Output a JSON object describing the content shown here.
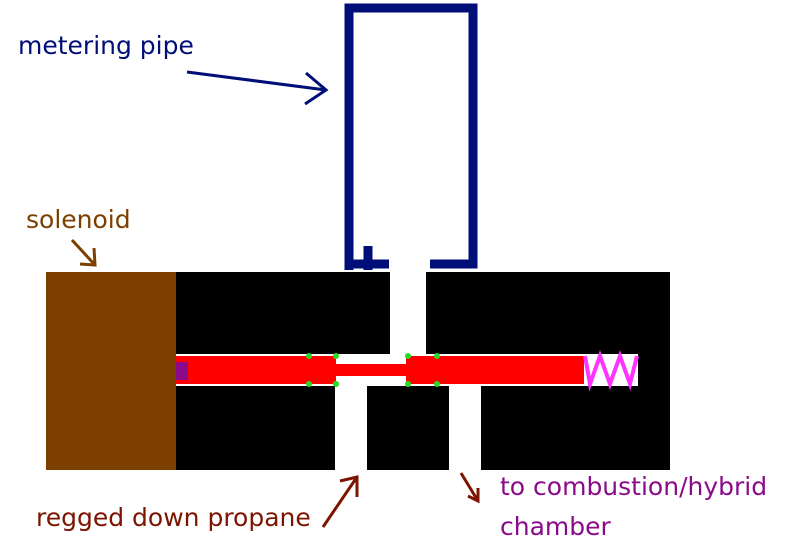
{
  "labels": {
    "metering_pipe": "metering pipe",
    "solenoid": "solenoid",
    "propane": "regged down propane",
    "combustion_line1": "to combustion/hybrid",
    "combustion_line2": "chamber"
  },
  "colors": {
    "metering": "#000e78",
    "solenoid": "#7c3f00",
    "propane": "#7c1400",
    "combustion": "#8a0a8a",
    "body": "#000000",
    "rod": "#ff0000",
    "seals": "#22dd22",
    "spring": "#ff33ff",
    "magnet": "#8a0a8a"
  }
}
